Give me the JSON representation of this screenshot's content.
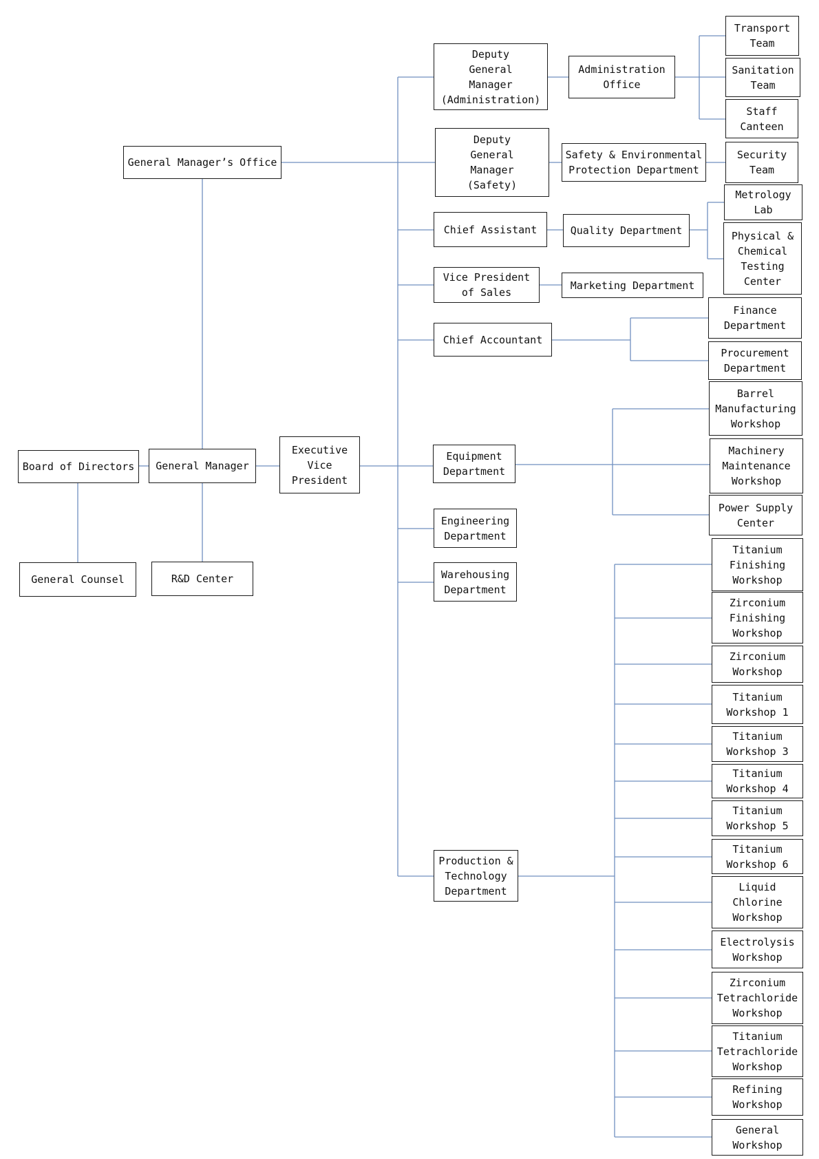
{
  "line_color": "#6f8fbf",
  "box_border_color": "#1a1a1a",
  "nodes": {
    "board": "Board of Directors",
    "gm": "General Manager",
    "gm_office": "General Manager’s Office",
    "counsel": "General Counsel",
    "rnd": "R&D Center",
    "evp": "Executive\nVice\nPresident",
    "dgm_admin": "Deputy\nGeneral\nManager\n(Administration)",
    "dgm_safety": "Deputy\nGeneral\nManager\n(Safety)",
    "chief_assistant": "Chief Assistant",
    "vp_sales": "Vice President\nof Sales",
    "chief_accountant": "Chief Accountant",
    "equipment": "Equipment\nDepartment",
    "engineering": "Engineering\nDepartment",
    "warehousing": "Warehousing\nDepartment",
    "production": "Production &\nTechnology\nDepartment",
    "admin_office": "Administration\nOffice",
    "safety_env": "Safety & Environmental\nProtection  Department",
    "quality": "Quality Department",
    "marketing": "Marketing Department",
    "transport": "Transport\nTeam",
    "sanitation": "Sanitation\nTeam",
    "canteen": "Staff\nCanteen",
    "security": "Security\nTeam",
    "metrology": "Metrology\nLab",
    "phys_chem": "Physical &\nChemical\nTesting\nCenter",
    "finance": "Finance\nDepartment",
    "procurement": "Procurement\nDepartment",
    "barrel": "Barrel\nManufacturing\nWorkshop",
    "machinery": "Machinery\nMaintenance\nWorkshop",
    "power": "Power Supply\nCenter",
    "ti_finishing": "Titanium\nFinishing\nWorkshop",
    "zr_finishing": "Zirconium\nFinishing\nWorkshop",
    "zr_workshop": "Zirconium\nWorkshop",
    "ti_ws1": "Titanium\nWorkshop 1",
    "ti_ws3": "Titanium\nWorkshop 3",
    "ti_ws4": "Titanium\nWorkshop 4",
    "ti_ws5": "Titanium\nWorkshop 5",
    "ti_ws6": "Titanium\nWorkshop 6",
    "liquid_chlorine": "Liquid\nChlorine\nWorkshop",
    "electrolysis": "Electrolysis\nWorkshop",
    "zr_tetra": "Zirconium\nTetrachloride\nWorkshop",
    "ti_tetra": "Titanium\nTetrachloride\nWorkshop",
    "refining": "Refining\nWorkshop",
    "general_ws": "General\nWorkshop"
  }
}
